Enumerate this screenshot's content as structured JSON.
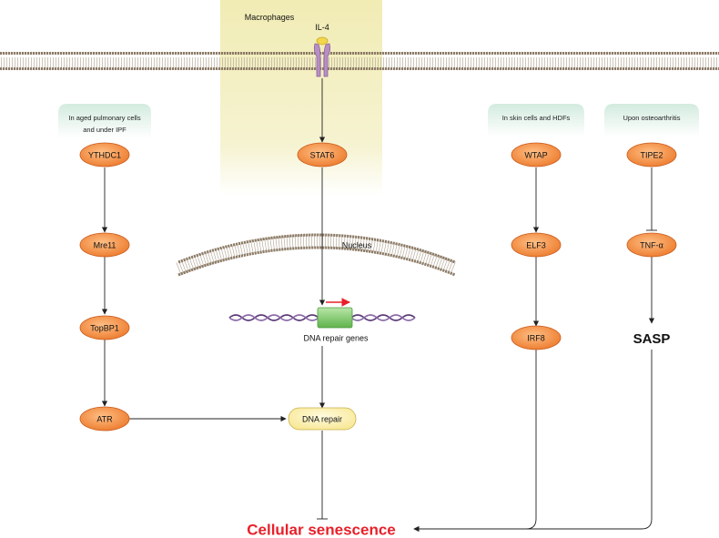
{
  "colors": {
    "node_fill": "#f08a3c",
    "node_stroke": "#c85a1a",
    "context_box": "#dff0e8",
    "macrophage_highlight": "#f3efbc",
    "membrane": "#8c7b66",
    "gene_box": "#7cc96a",
    "dna_strand": "#5a3a78",
    "repair_box": "#fbf0a8",
    "senescence_text": "#e8202a",
    "transcription_arrow": "#e8202a",
    "receptor": "#b78fc4",
    "ligand": "#f2d64b"
  },
  "labels": {
    "macrophages": "Macrophages",
    "il4": "IL-4",
    "nucleus": "Nucleus",
    "dna_repair_genes": "DNA repair genes",
    "sasp": "SASP",
    "outcome": "Cellular senescence"
  },
  "contexts": {
    "pulmonary_line1": "In aged pulmonary cells",
    "pulmonary_line2": "and under IPF",
    "skin": "In skin cells and HDFs",
    "osteoarthritis": "Upon osteoarthritis"
  },
  "nodes": {
    "ythdc1": "YTHDC1",
    "mre11": "Mre11",
    "topbp1": "TopBP1",
    "atr": "ATR",
    "stat6": "STAT6",
    "wtap": "WTAP",
    "elf3": "ELF3",
    "irf8": "IRF8",
    "tipe2": "TIPE2",
    "tnfa": "TNF-α",
    "dna_repair": "DNA repair"
  }
}
